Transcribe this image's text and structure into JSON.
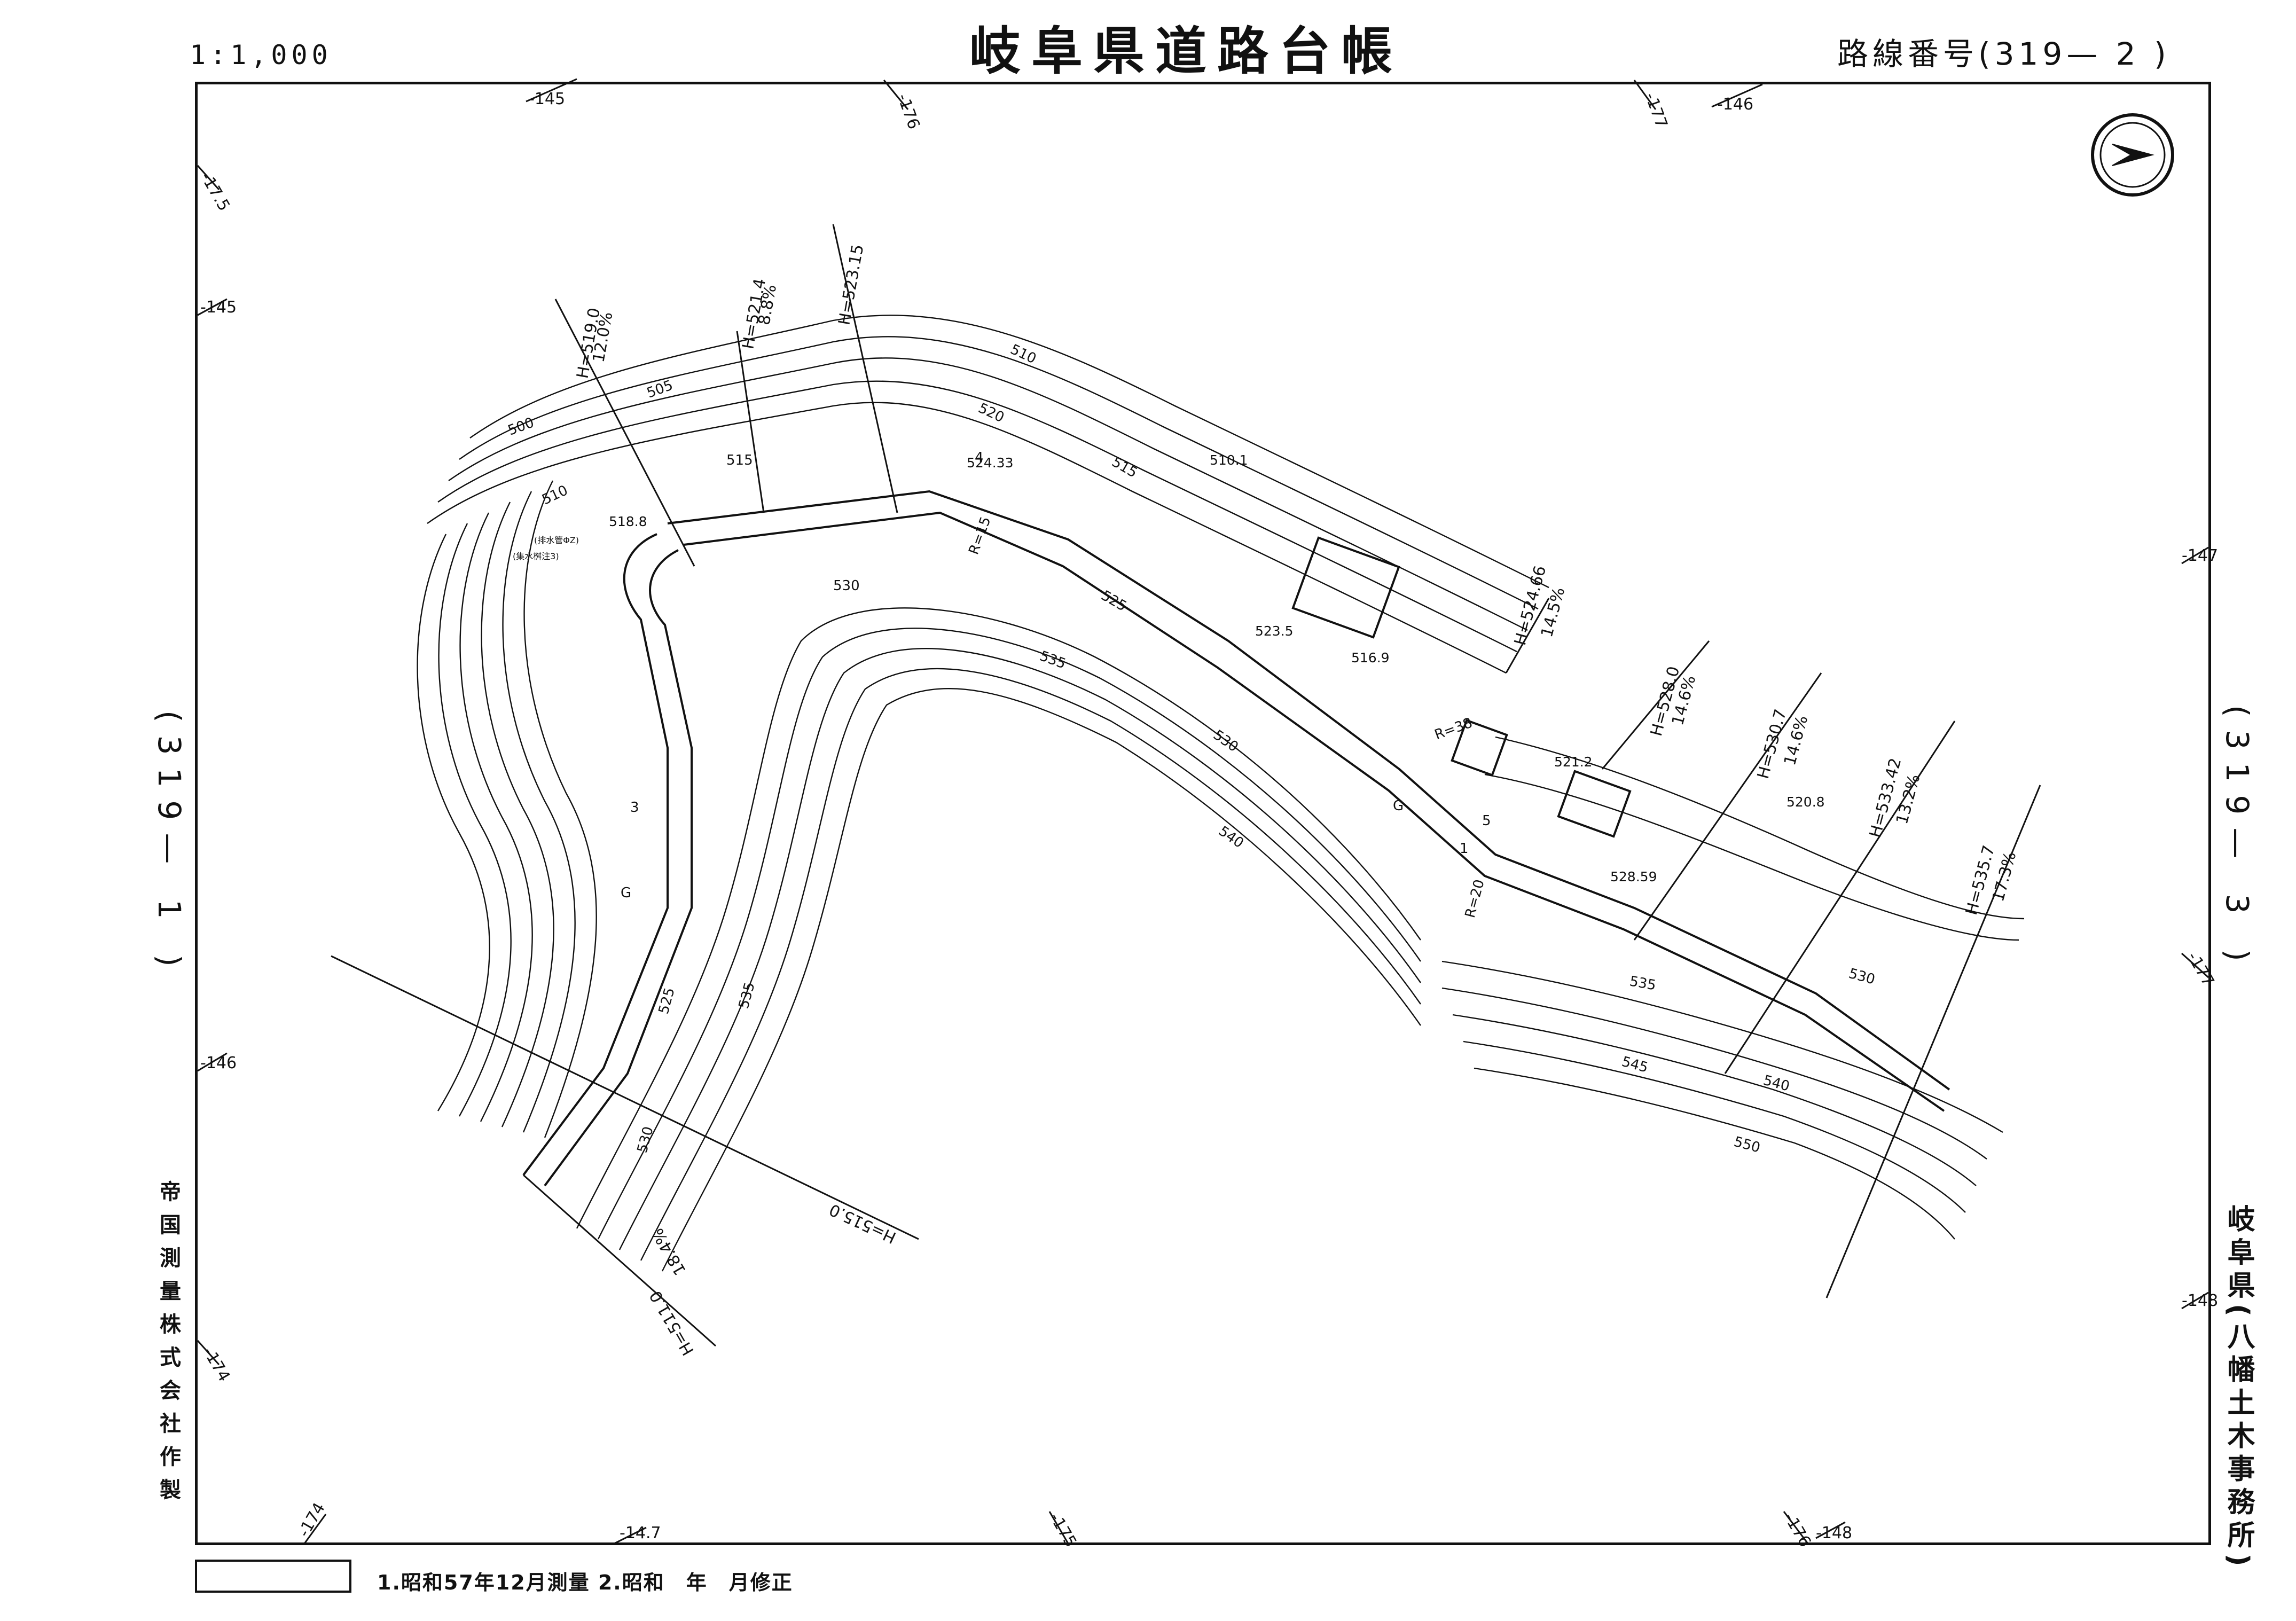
{
  "header": {
    "scale": "1:1,000",
    "title": "岐阜県道路台帳",
    "route_number": "路線番号(319— 2 )"
  },
  "side": {
    "left_route": "(319— 1 )",
    "right_route": "(319— 3 )",
    "maker": "帝国測量株式会社作製",
    "office": "岐阜県(八幡土木事務所)"
  },
  "legend": {
    "note": "1.昭和57年12月測量 2.昭和　年　月修正"
  },
  "map": {
    "grid_labels": {
      "top_145": "-145",
      "top_176": "-176",
      "top_177": "-177",
      "top_146": "-146",
      "left_175": "-17.5",
      "left_145": "-145",
      "left_146": "-146",
      "left_174": "-174",
      "bottom_174": "-174",
      "bottom_147": "-14.7",
      "bottom_175": "-175",
      "bottom_176": "-176",
      "bottom_148": "-148",
      "right_147": "-147",
      "right_177": "-177",
      "right_148": "-148"
    },
    "contours": {
      "c500": "500",
      "c505": "505",
      "c510a": "510",
      "c510b": "510",
      "c515a": "515",
      "c515b": "515",
      "c520": "520",
      "c525a": "525",
      "c525b": "525",
      "c530a": "530",
      "c530b": "530",
      "c530c": "530",
      "c530d": "530",
      "c535a": "535",
      "c535b": "535",
      "c535c": "535",
      "c540a": "540",
      "c540b": "540",
      "c545": "545",
      "c550": "550"
    },
    "spot_heights": {
      "s5188": "518.8",
      "s52433": "524.33",
      "s5101": "510.1",
      "s5235": "523.5",
      "s5169": "516.9",
      "s5212": "521.2",
      "s5208": "520.8",
      "s52859": "528.59"
    },
    "profile_labels": {
      "h5190": "H=519.0",
      "g120": "12.0%",
      "h5214": "H=521.4",
      "g88": "8.8%",
      "h52315": "H=523.15",
      "h52466": "H=524.66",
      "g145": "14.5%",
      "h5280": "H=528.0",
      "g146a": "14.6%",
      "h5307": "H=530.7",
      "g146b": "14.6%",
      "h53342": "H=533.42",
      "g132": "13.2%",
      "h5357": "H=535.7",
      "g173": "17.3%",
      "h5150": "H=515.0",
      "h5110": "H=511.0",
      "g184": "18.4%"
    },
    "road_marks": {
      "r15": "R=15",
      "r38": "R=38",
      "r20": "R=20",
      "n4": "4",
      "n3": "3",
      "n5": "5",
      "n1": "1",
      "g1": "G",
      "g2": "G",
      "note1": "(排水管ΦZ)",
      "note2": "(集水桝注3)"
    }
  }
}
